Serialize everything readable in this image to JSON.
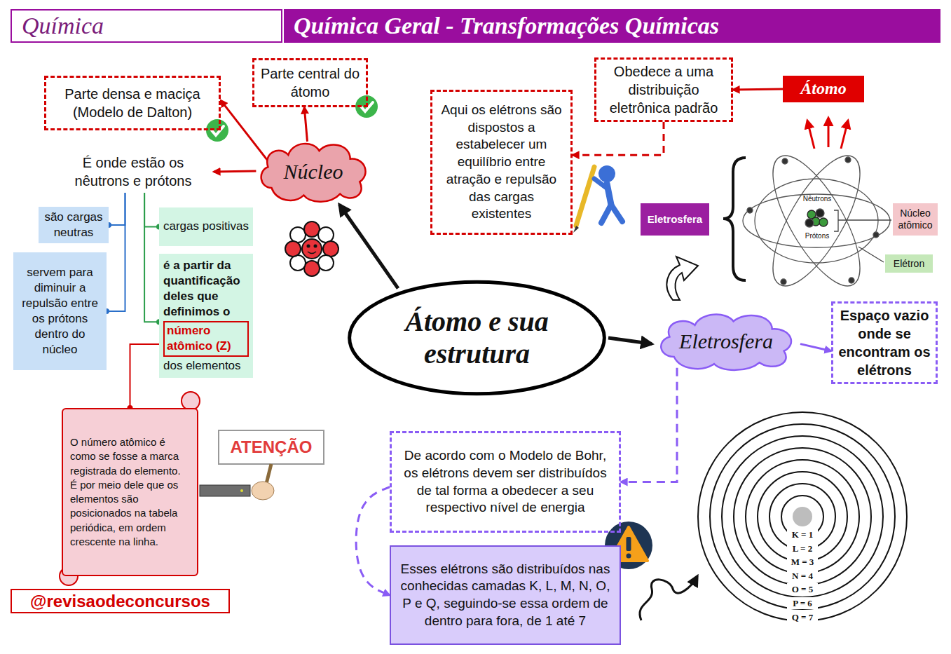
{
  "diagram": {
    "title": "Química Geral - Transformações Químicas",
    "nodes": [
      {
        "text": [
          "Química"
        ]
      },
      {
        "text": [
          "Parte densa e maciça (Modelo de Dalton)"
        ]
      },
      {
        "text": [
          "Parte central do átomo"
        ]
      },
      {
        "text": [
          "Núcleo"
        ]
      },
      {
        "text": [
          "É onde estão os nêutrons e prótons"
        ]
      },
      {
        "text": [
          "são cargas neutras"
        ]
      },
      {
        "text": [
          "servem para diminuir a repulsão entre os prótons dentro do núcleo"
        ]
      },
      {
        "text": [
          "cargas positivas"
        ]
      },
      {
        "text": [
          "é a partir da quantificação deles que definimos o",
          "número atômico (Z)",
          "dos elementos"
        ]
      },
      {
        "text": [
          "O número atômico é como se fosse a marca registrada do elemento. É por meio dele que os elementos são posicionados na tabela periódica, em ordem crescente na linha."
        ]
      },
      {
        "text": [
          "@revisaodeconcursos"
        ]
      },
      {
        "text": [
          "Átomo e sua estrutura"
        ]
      },
      {
        "text": [
          "Aqui os elétrons são dispostos a estabelecer um equilíbrio entre atração e repulsão das cargas existentes"
        ]
      },
      {
        "text": [
          "Obedece a uma distribuição eletrônica padrão"
        ]
      },
      {
        "text": [
          "Átomo"
        ]
      },
      {
        "text": [
          "Eletrosfera"
        ]
      },
      {
        "text": [
          "Núcleo atômico"
        ]
      },
      {
        "text": [
          "Elétron"
        ]
      },
      {
        "text": [
          "Eletrosfera"
        ]
      },
      {
        "text": [
          "Espaço vazio onde se encontram os elétrons"
        ]
      },
      {
        "text": [
          "De acordo com o Modelo de Bohr, os elétrons devem ser distribuídos de tal forma a obedecer a seu respectivo nível de energia"
        ]
      },
      {
        "text": [
          "Esses elétrons são distribuídos nas conhecidas camadas K, L, M, N, O, P e Q, seguindo-se essa ordem de dentro para fora, de 1 até 7"
        ]
      }
    ],
    "edges": [
      {
        "from": 11,
        "to": 3,
        "arrow": "to"
      },
      {
        "from": 11,
        "to": 18,
        "arrow": "to"
      },
      {
        "from": 3,
        "to": 1,
        "arrow": "to"
      },
      {
        "from": 3,
        "to": 2,
        "arrow": "to"
      },
      {
        "from": 3,
        "to": 4,
        "arrow": "to"
      },
      {
        "from": 4,
        "to": 5,
        "arrow": "none"
      },
      {
        "from": 4,
        "to": 6,
        "arrow": "none"
      },
      {
        "from": 4,
        "to": 7,
        "arrow": "none"
      },
      {
        "from": 4,
        "to": 8,
        "arrow": "none"
      },
      {
        "from": 8,
        "to": 9,
        "arrow": "none"
      },
      {
        "from": 14,
        "to": 13,
        "arrow": "to"
      },
      {
        "from": 13,
        "to": 12,
        "arrow": "to"
      },
      {
        "from": 18,
        "to": 19,
        "arrow": "to"
      },
      {
        "from": 18,
        "to": 20,
        "arrow": "to"
      },
      {
        "from": 20,
        "to": 21,
        "arrow": "to"
      }
    ],
    "labels": [
      "ATENÇÃO",
      "Nêutrons",
      "Prótons",
      "K = 1",
      "L = 2",
      "M = 3",
      "N = 4",
      "O = 5",
      "P = 6",
      "Q = 7"
    ]
  }
}
